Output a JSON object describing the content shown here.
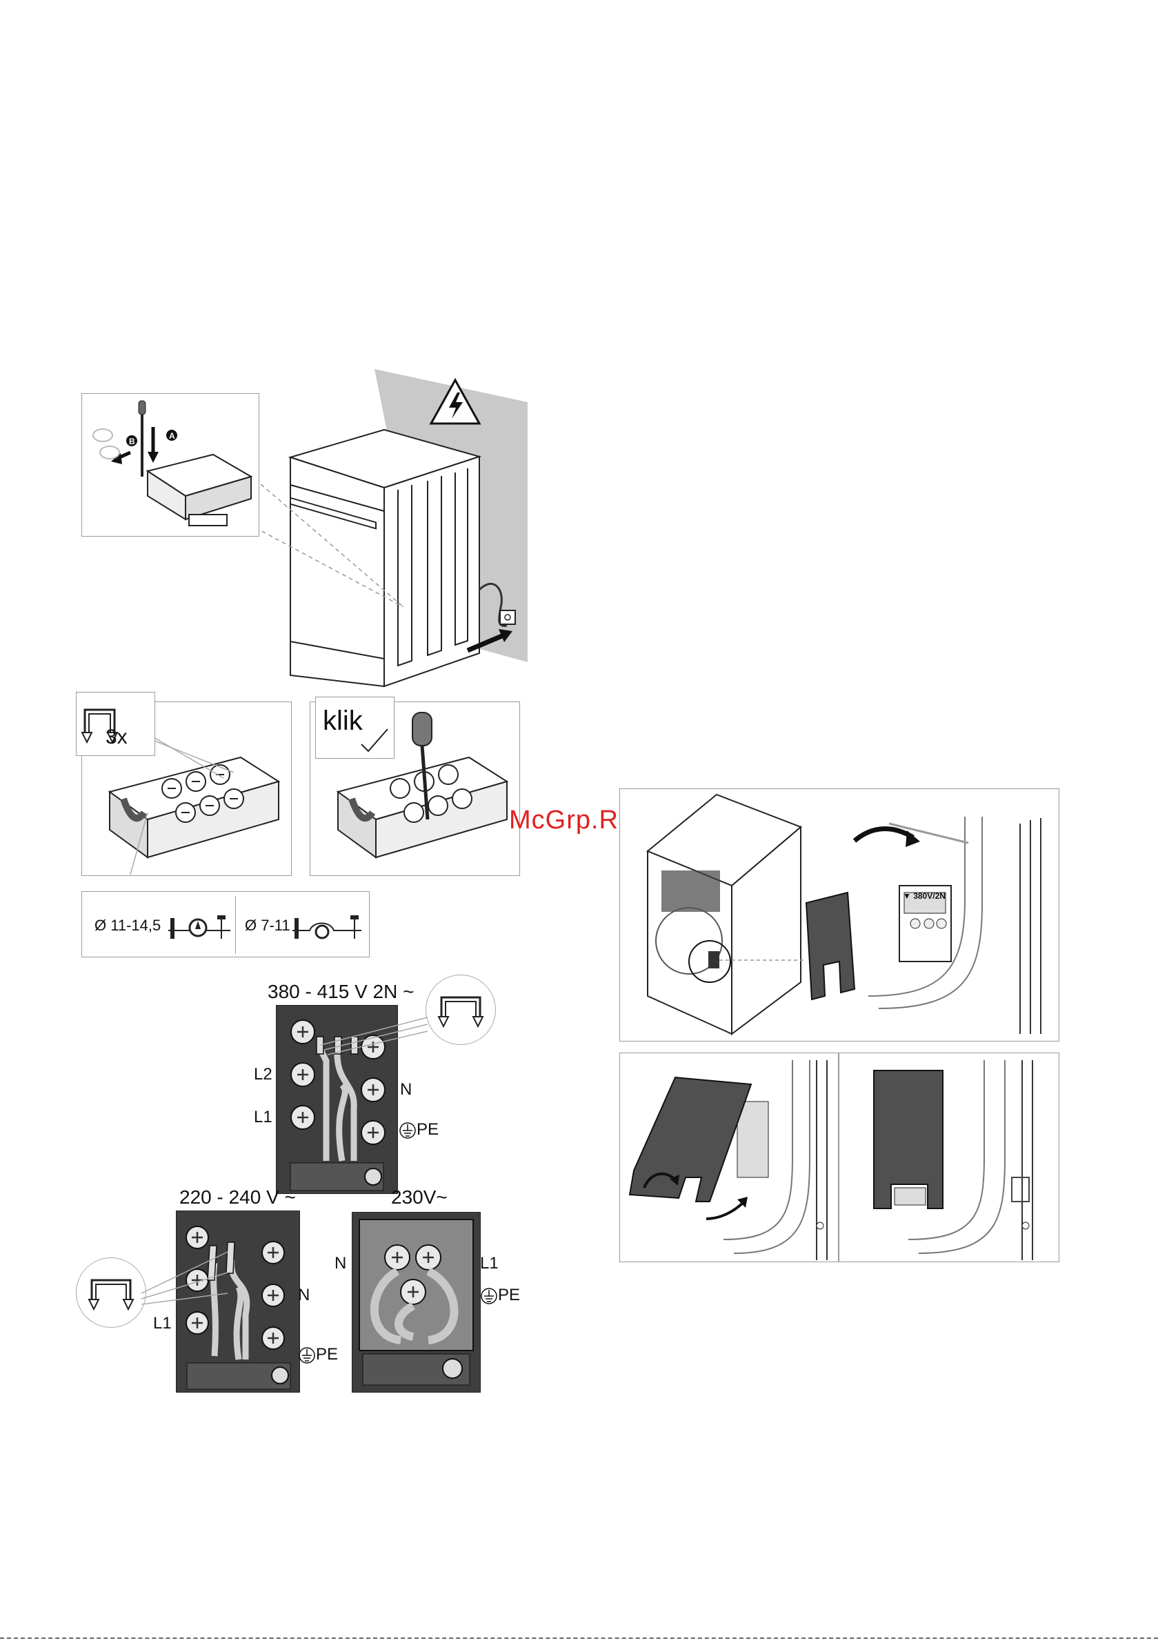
{
  "watermark": "McGrp.Ru",
  "connection": {
    "label_3x": "3x",
    "label_klik": "klik",
    "cable_large": "Ø 11-14,5",
    "cable_small": "Ø 7-11"
  },
  "wiring": {
    "v380": {
      "heading": "380 - 415 V 2N ~",
      "terminals": [
        "L2",
        "L1",
        "N",
        "PE"
      ]
    },
    "v220": {
      "heading": "220 - 240 V ~",
      "terminals": [
        "L1",
        "N",
        "PE"
      ]
    },
    "v230": {
      "heading": "230V~",
      "terminals": [
        "N",
        "L1",
        "PE"
      ]
    }
  },
  "cover_tag": "▼ 380V/2N"
}
